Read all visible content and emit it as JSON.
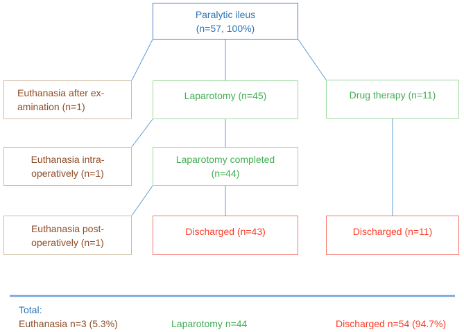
{
  "figure": {
    "boxes": {
      "root": {
        "line1": "Paralytic ileus",
        "line2": "(n=57, 100%)"
      },
      "euthanasia_exam": {
        "line1": "Euthanasia after ex-",
        "line2": "amination (n=1)"
      },
      "laparotomy": {
        "line1": "Laparotomy (n=45)"
      },
      "drug_therapy": {
        "line1": "Drug therapy (n=11)"
      },
      "euthanasia_intra": {
        "line1": "Euthanasia intra-",
        "line2": "operatively (n=1)"
      },
      "laparotomy_completed": {
        "line1": "Laparotomy completed",
        "line2": "(n=44)"
      },
      "euthanasia_post": {
        "line1": "Euthanasia post-",
        "line2": "operatively (n=1)"
      },
      "discharged_surgery": {
        "line1": "Discharged (n=43)"
      },
      "discharged_drug": {
        "line1": "Discharged (n=11)"
      }
    },
    "summary": {
      "title": "Total:",
      "euthanasia": "Euthanasia n=3 (5.3%)",
      "laparotomy": "Laparotomy n=44",
      "discharged": "Discharged n=54 (94.7%)"
    },
    "colors": {
      "blue_text": "#2E74B5",
      "blue_border": "#4E7DC0",
      "connector": "#5B9BD5",
      "divider": "#6FA0D6",
      "green_text": "#42AD52",
      "green_border": "#9CD9A0",
      "brown_text": "#8E4B26",
      "brown_border": "#CDBA9F",
      "red_text": "#FB3B26",
      "red_border": "#F4756C"
    }
  }
}
